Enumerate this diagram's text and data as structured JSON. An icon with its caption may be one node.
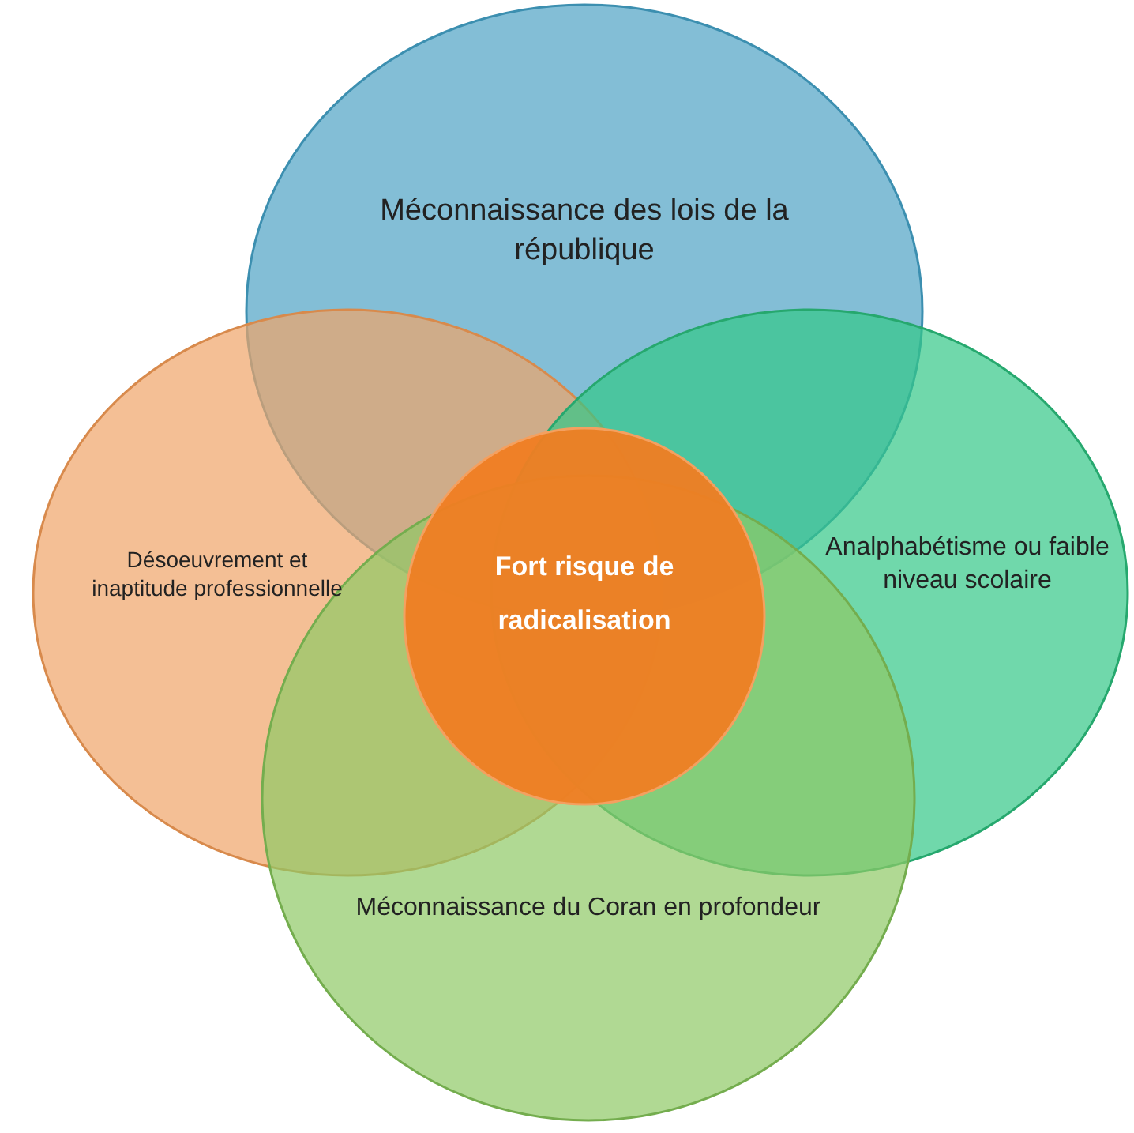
{
  "diagram": {
    "nodes": [
      {
        "text": [
          "Méconnaissance des lois de la république"
        ]
      },
      {
        "text": [
          "Désoeuvrement et inaptitude professionnelle"
        ]
      },
      {
        "text": [
          "Analphabétisme ou faible niveau scolaire"
        ]
      },
      {
        "text": [
          "Méconnaissance du Coran en profondeur"
        ]
      },
      {
        "text": [
          "Fort risque de radicalisation"
        ]
      }
    ],
    "edges": []
  }
}
